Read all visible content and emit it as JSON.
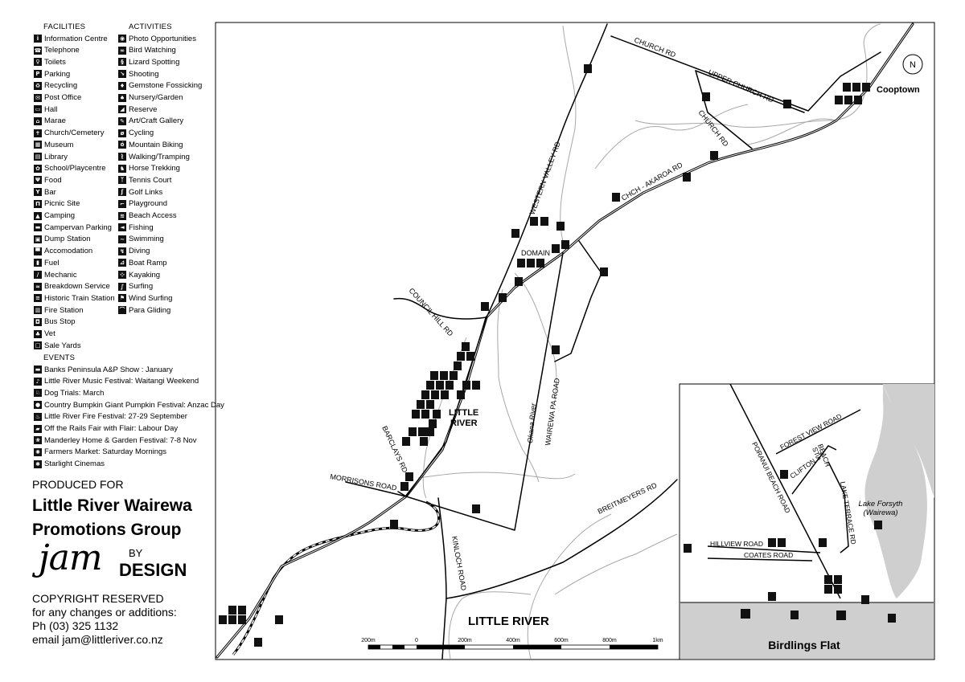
{
  "legend": {
    "facilities_heading": "FACILITIES",
    "activities_heading": "ACTIVITIES",
    "events_heading": "EVENTS",
    "facilities": [
      {
        "icon": "i",
        "label": "Information Centre"
      },
      {
        "icon": "☎",
        "label": "Telephone"
      },
      {
        "icon": "♀",
        "label": "Toilets"
      },
      {
        "icon": "P",
        "label": "Parking"
      },
      {
        "icon": "♻",
        "label": "Recycling"
      },
      {
        "icon": "✉",
        "label": "Post Office"
      },
      {
        "icon": "▭",
        "label": "Hall"
      },
      {
        "icon": "⌂",
        "label": "Marae"
      },
      {
        "icon": "✝",
        "label": "Church/Cemetery"
      },
      {
        "icon": "▦",
        "label": "Museum"
      },
      {
        "icon": "▤",
        "label": "Library"
      },
      {
        "icon": "✿",
        "label": "School/Playcentre"
      },
      {
        "icon": "Ψ",
        "label": "Food"
      },
      {
        "icon": "Y",
        "label": "Bar"
      },
      {
        "icon": "Π",
        "label": "Picnic Site"
      },
      {
        "icon": "▲",
        "label": "Camping"
      },
      {
        "icon": "▬",
        "label": "Campervan Parking"
      },
      {
        "icon": "▣",
        "label": "Dump Station"
      },
      {
        "icon": "▀",
        "label": "Accomodation"
      },
      {
        "icon": "▮",
        "label": "Fuel"
      },
      {
        "icon": "/",
        "label": "Mechanic"
      },
      {
        "icon": "≈",
        "label": "Breakdown Service"
      },
      {
        "icon": "≡",
        "label": "Historic Train Station"
      },
      {
        "icon": "▥",
        "label": "Fire Station"
      },
      {
        "icon": "◘",
        "label": "Bus Stop"
      },
      {
        "icon": "♣",
        "label": "Vet"
      },
      {
        "icon": "□",
        "label": "Sale Yards"
      }
    ],
    "activities": [
      {
        "icon": "◉",
        "label": "Photo Opportunities"
      },
      {
        "icon": "∞",
        "label": "Bird Watching"
      },
      {
        "icon": "§",
        "label": "Lizard Spotting"
      },
      {
        "icon": "↘",
        "label": "Shooting"
      },
      {
        "icon": "♦",
        "label": "Gemstone Fossicking"
      },
      {
        "icon": "♠",
        "label": "Nursery/Garden"
      },
      {
        "icon": "◢",
        "label": "Reserve"
      },
      {
        "icon": "✎",
        "label": "Art/Craft Gallery"
      },
      {
        "icon": "ø",
        "label": "Cycling"
      },
      {
        "icon": "ó",
        "label": "Mountain Biking"
      },
      {
        "icon": "ᚱ",
        "label": "Walking/Tramping"
      },
      {
        "icon": "♞",
        "label": "Horse Trekking"
      },
      {
        "icon": "ᛉ",
        "label": "Tennis Court"
      },
      {
        "icon": "ʃ",
        "label": "Golf Links"
      },
      {
        "icon": "⌐",
        "label": "Playground"
      },
      {
        "icon": "≋",
        "label": "Beach Access"
      },
      {
        "icon": "◄",
        "label": "Fishing"
      },
      {
        "icon": "~",
        "label": "Swimming"
      },
      {
        "icon": "↯",
        "label": "Diving"
      },
      {
        "icon": "⊿",
        "label": "Boat Ramp"
      },
      {
        "icon": "⊹",
        "label": "Kayaking"
      },
      {
        "icon": "∫",
        "label": "Surfing"
      },
      {
        "icon": "⚑",
        "label": "Wind Surfing"
      },
      {
        "icon": "⌒",
        "label": "Para Gliding"
      }
    ],
    "events": [
      {
        "icon": "▬",
        "label": "Banks Peninsula A&P Show : January"
      },
      {
        "icon": "♪",
        "label": "Little River Music Festival: Waitangi Weekend"
      },
      {
        "icon": "♘",
        "label": "Dog Trials: March"
      },
      {
        "icon": "●",
        "label": "Country Bumpkin Giant Pumpkin Festival: Anzac Day"
      },
      {
        "icon": "♨",
        "label": "Little River Fire Festival: 27-29 September"
      },
      {
        "icon": "▰",
        "label": "Off the Rails Fair with Flair: Labour Day"
      },
      {
        "icon": "❀",
        "label": "Manderley Home & Garden Festival: 7-8 Nov"
      },
      {
        "icon": "✺",
        "label": "Farmers Market: Saturday Mornings"
      },
      {
        "icon": "✱",
        "label": "Starlight Cinemas"
      }
    ]
  },
  "credits": {
    "produced_for": "PRODUCED FOR",
    "org_line1": "Little River Wairewa",
    "org_line2": "Promotions Group",
    "jam": "jam",
    "by": "BY",
    "design": "DESIGN",
    "copyright": "COPYRIGHT RESERVED",
    "changes": "for any changes or additions:",
    "phone": "Ph (03) 325 1132",
    "email": "email jam@littleriver.co.nz"
  },
  "map": {
    "compass": "N",
    "roads": {
      "church_rd": "CHURCH RD",
      "upper_church_rd": "UPPER CHURCH RD",
      "church_rd_2": "CHURCH RD",
      "western_valley_rd": "WESTERN VALLEY RD",
      "chch_akaroa_rd": "CHCH - AKAROA RD",
      "council_hill_rd": "COUNCIL HILL RD",
      "domain": "DOMAIN",
      "barclays_rd": "BARCLAYS RD",
      "morrisons_road": "MORRISONS ROAD",
      "kinloch_road": "KINLOCH ROAD",
      "wairewa_pa_road": "WAIREWA PA ROAD",
      "okana_river": "Okana River",
      "breitmeyers_rd": "BREITMEYERS RD"
    },
    "places": {
      "cooptown": "Cooptown",
      "little_river_1": "LITTLE",
      "little_river_2": "RIVER",
      "map_title": "LITTLE RIVER"
    },
    "scale": {
      "labels": [
        "200m",
        "0",
        "200m",
        "400m",
        "600m",
        "800m",
        "1km"
      ]
    },
    "inset": {
      "title": "Birdlings Flat",
      "forest_view_road": "FOREST VIEW ROAD",
      "beach_st_1": "BEACH",
      "beach_st_2": "ST",
      "clifton_st": "CLIFTON ST",
      "poranui_beach_road": "PORANUI BEACH ROAD",
      "lake_terrace_rd": "LAKE TERRACE RD",
      "lake_forsyth_1": "Lake Forsyth",
      "lake_forsyth_2": "(Wairewa)",
      "hillview_road": "HILLVIEW ROAD",
      "coates_road": "COATES ROAD"
    }
  },
  "colors": {
    "road": "#000000",
    "track": "#9a9a9a",
    "sea": "#cfcfcf",
    "icon_bg": "#111111"
  }
}
